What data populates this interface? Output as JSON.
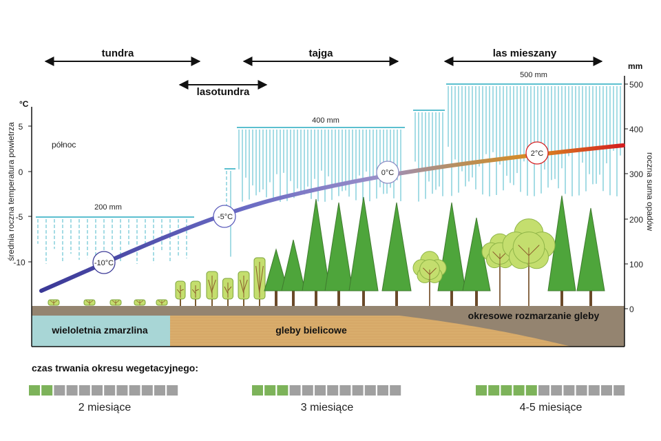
{
  "zones": {
    "tundra": "tundra",
    "lasotundra": "lasotundra",
    "tajga": "tajga",
    "las_mieszany": "las mieszany"
  },
  "left_axis": {
    "unit": "°C",
    "label": "średnia roczna temperatura powietrza",
    "ticks": [
      "5",
      "0",
      "-5",
      "-10"
    ]
  },
  "right_axis": {
    "unit": "mm",
    "label": "roczna suma opadów",
    "ticks": [
      "500",
      "400",
      "300",
      "200",
      "100",
      "0"
    ]
  },
  "north_label": "północ",
  "precipitation": {
    "tundra": "200 mm",
    "tajga": "400 mm",
    "mixed": "500 mm"
  },
  "temperatures": {
    "t1": "-10°C",
    "t2": "-5°C",
    "t3": "0°C",
    "t4": "2°C"
  },
  "soils": {
    "permafrost": "wieloletnia zmarzlina",
    "podzol": "gleby bielicowe",
    "thaw": "okresowe rozmarzanie gleby"
  },
  "vegetation_period": {
    "title": "czas trwania okresu wegetacyjnego:",
    "groups": [
      {
        "label": "2 miesiące",
        "green": 2,
        "total": 12
      },
      {
        "label": "3 miesiące",
        "green": 3,
        "total": 12
      },
      {
        "label": "4-5 miesiące",
        "green": 5,
        "total": 12
      }
    ]
  },
  "colors": {
    "rain": "#5bbfcf",
    "temp_cold": "#3b3a9a",
    "temp_warm": "#d0201f",
    "permafrost": "#a8d6d6",
    "podzol": "#d9ad6c",
    "thaw_soil": "#948470",
    "tree_dark": "#4ea53b",
    "tree_light": "#c4de6e",
    "month_green": "#7db35a",
    "month_gray": "#a0a0a0"
  }
}
